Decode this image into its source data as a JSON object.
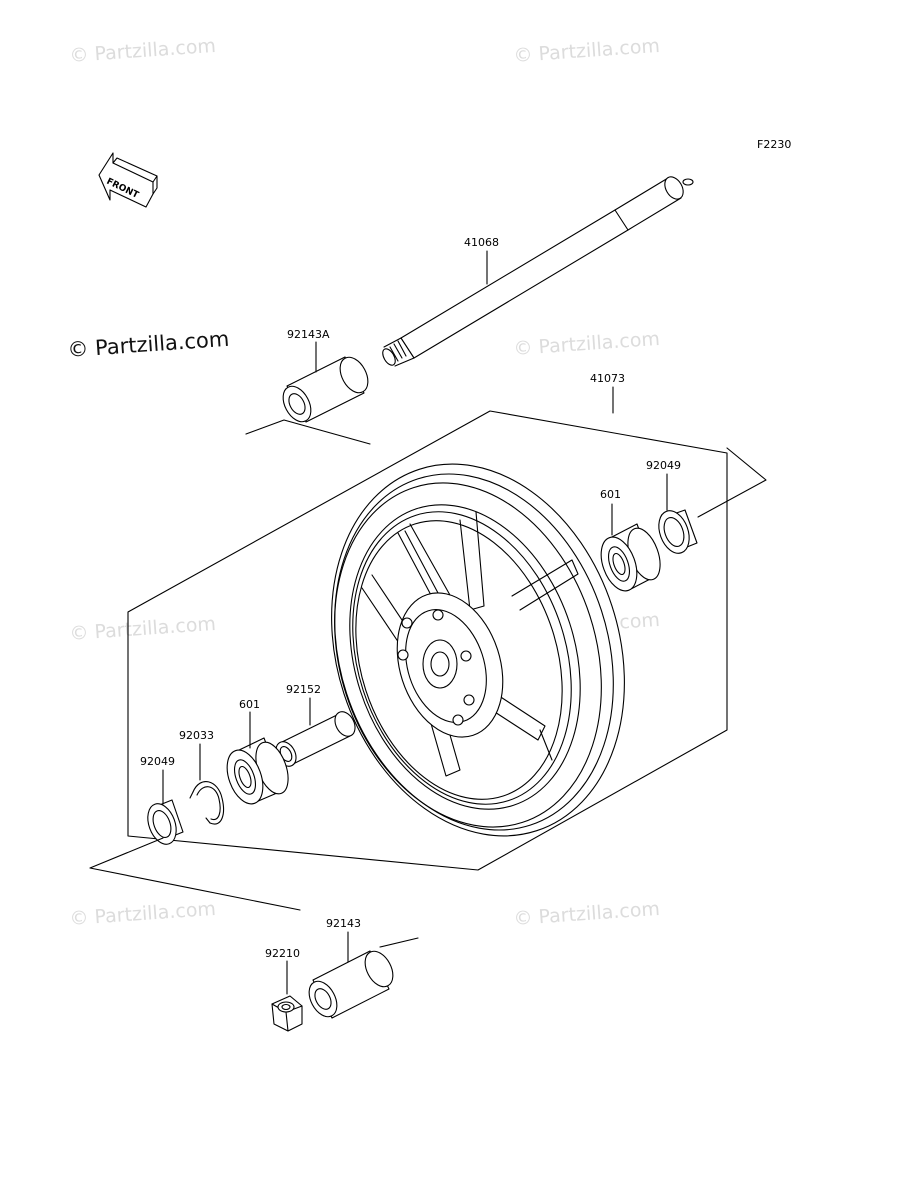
{
  "diagram": {
    "code": "F2230",
    "front_label": "FRONT",
    "watermark_main": "© Partzilla.com",
    "watermarks": [
      "© Partzilla.com",
      "© Partzilla.com",
      "© Partzilla.com",
      "© Partzilla.com",
      "© Partzilla.com",
      "© Partzilla.com",
      "© Partzilla.com"
    ],
    "parts": [
      {
        "number": "41068",
        "name": "axle"
      },
      {
        "number": "92143A",
        "name": "collar"
      },
      {
        "number": "41073",
        "name": "wheel"
      },
      {
        "number": "92049",
        "name": "seal"
      },
      {
        "number": "601",
        "name": "bearing"
      },
      {
        "number": "92152",
        "name": "sleeve"
      },
      {
        "number": "601",
        "name": "bearing"
      },
      {
        "number": "92033",
        "name": "circlip"
      },
      {
        "number": "92049",
        "name": "seal"
      },
      {
        "number": "92143",
        "name": "collar"
      },
      {
        "number": "92210",
        "name": "nut"
      }
    ]
  }
}
